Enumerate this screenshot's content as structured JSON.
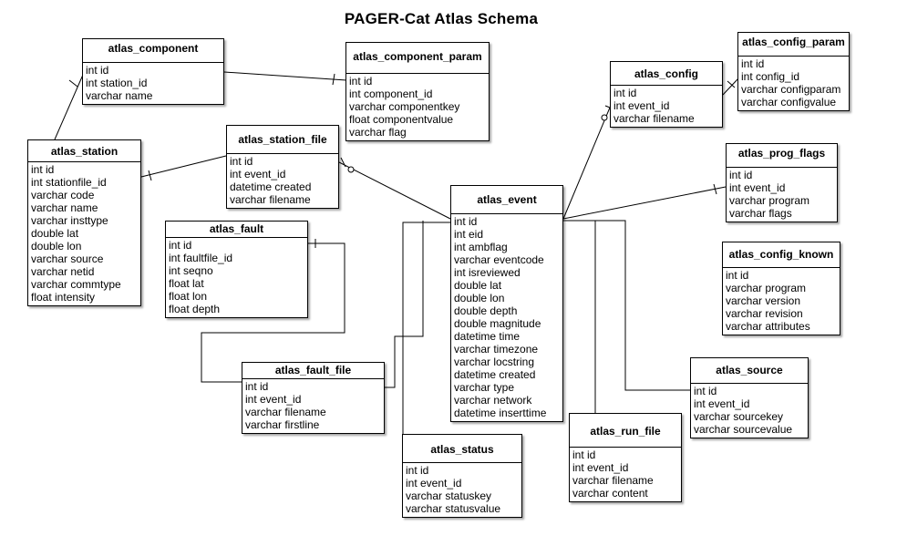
{
  "title": "PAGER-Cat Atlas Schema",
  "entities": {
    "atlas_component": {
      "name": "atlas_component",
      "fields": [
        "int id",
        "int station_id",
        "varchar name"
      ]
    },
    "atlas_component_param": {
      "name": "atlas_component_param",
      "fields": [
        "int id",
        "int component_id",
        "varchar componentkey",
        "float componentvalue",
        "varchar flag"
      ]
    },
    "atlas_config": {
      "name": "atlas_config",
      "fields": [
        "int id",
        "int event_id",
        "varchar filename"
      ]
    },
    "atlas_config_param": {
      "name": "atlas_config_param",
      "fields": [
        "int id",
        "int config_id",
        "varchar configparam",
        "varchar configvalue"
      ]
    },
    "atlas_station": {
      "name": "atlas_station",
      "fields": [
        "int id",
        "int stationfile_id",
        "varchar code",
        "varchar name",
        "varchar insttype",
        "double lat",
        "double lon",
        "varchar source",
        "varchar netid",
        "varchar commtype",
        "float intensity"
      ]
    },
    "atlas_station_file": {
      "name": "atlas_station_file",
      "fields": [
        "int id",
        "int event_id",
        "datetime created",
        "varchar filename"
      ]
    },
    "atlas_prog_flags": {
      "name": "atlas_prog_flags",
      "fields": [
        "int id",
        "int event_id",
        "varchar program",
        "varchar flags"
      ]
    },
    "atlas_event": {
      "name": "atlas_event",
      "fields": [
        "int id",
        "int eid",
        "int ambflag",
        "varchar eventcode",
        "int isreviewed",
        "double lat",
        "double lon",
        "double depth",
        "double magnitude",
        "datetime time",
        "varchar timezone",
        "varchar locstring",
        "datetime created",
        "varchar type",
        "varchar network",
        "datetime inserttime"
      ]
    },
    "atlas_fault": {
      "name": "atlas_fault",
      "fields": [
        "int id",
        "int faultfile_id",
        "int seqno",
        "float lat",
        "float lon",
        "float depth"
      ]
    },
    "atlas_config_known": {
      "name": "atlas_config_known",
      "fields": [
        "int id",
        "varchar program",
        "varchar version",
        "varchar revision",
        "varchar attributes"
      ]
    },
    "atlas_source": {
      "name": "atlas_source",
      "fields": [
        "int id",
        "int event_id",
        "varchar sourcekey",
        "varchar sourcevalue"
      ]
    },
    "atlas_fault_file": {
      "name": "atlas_fault_file",
      "fields": [
        "int id",
        "int event_id",
        "varchar filename",
        "varchar firstline"
      ]
    },
    "atlas_run_file": {
      "name": "atlas_run_file",
      "fields": [
        "int id",
        "int event_id",
        "varchar filename",
        "varchar content"
      ]
    },
    "atlas_status": {
      "name": "atlas_status",
      "fields": [
        "int id",
        "int event_id",
        "varchar statuskey",
        "varchar statusvalue"
      ]
    }
  }
}
